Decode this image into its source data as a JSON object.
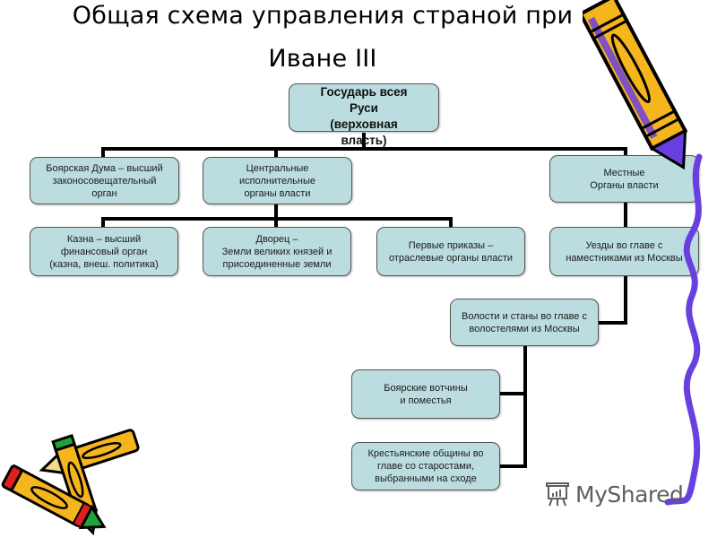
{
  "title": {
    "line1": "Общая схема управления страной при",
    "line2": "Иване III"
  },
  "diagram": {
    "root": "Государь всея\nРуси\n(верховная\nвласть)",
    "level1": [
      {
        "id": "boyar-duma",
        "label": "Боярская Дума – высший\nзаконосовещательный\nорган"
      },
      {
        "id": "central",
        "label": "Центральные\nисполнительные\nорганы власти"
      },
      {
        "id": "local",
        "label": "Местные\nОрганы власти"
      }
    ],
    "central_children": [
      {
        "id": "kazna",
        "label": "Казна – высший\nфинансовый орган\n(казна, внеш. политика)"
      },
      {
        "id": "dvorets",
        "label": "Дворец –\nЗемли великих князей и\nприсоединенные земли"
      },
      {
        "id": "prikazy",
        "label": "Первые приказы –\nотраслевые органы власти"
      }
    ],
    "local_chain": [
      {
        "id": "uezdy",
        "label": "Уезды во главе с\nнаместниками  из Москвы"
      },
      {
        "id": "volosti",
        "label": "Волости и станы во главе с\nволостелями из Москвы"
      }
    ],
    "volosti_children": [
      {
        "id": "votchiny",
        "label": "Боярские вотчины\nи поместья"
      },
      {
        "id": "obshchiny",
        "label": "Крестьянские общины во\nглаве со старостами,\nвыбранными  на сходе"
      }
    ],
    "colors": {
      "box_fill": "#bcdde0",
      "connector": "#000000",
      "pencil_yellow": "#f5b51c",
      "pencil_purple": "#6a3fe0",
      "pencil_red": "#e0201c",
      "pencil_green": "#22a33a"
    }
  },
  "watermark": {
    "text": "MyShared",
    "icon": "presentation-board-icon"
  }
}
